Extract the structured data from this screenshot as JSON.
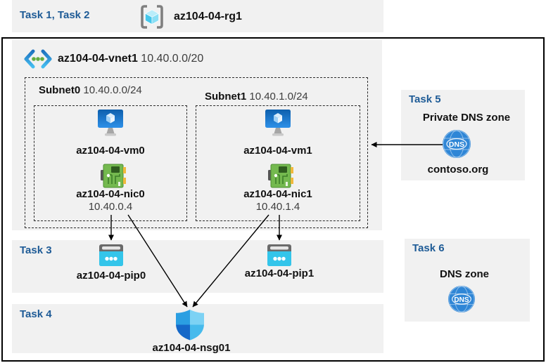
{
  "colors": {
    "panel_bg": "#f1f1f1",
    "task_label": "#1e5b96",
    "name_text": "#111111",
    "value_text": "#3d3d3d",
    "arrow": "#000000",
    "dns_blue": "#2f86d6",
    "pip_cyan": "#33c5ea",
    "nic_green": "#74b94f",
    "vm_blue": "#1b78d0",
    "nsg_blues": [
      "#2b9fe2",
      "#7dd2f4",
      "#1568c8",
      "#46baec"
    ]
  },
  "header": {
    "tasks_label": "Task 1, Task 2",
    "resource_group_name": "az104-04-rg1"
  },
  "vnet": {
    "name": "az104-04-vnet1",
    "cidr": "10.40.0.0/20",
    "subnet0": {
      "name": "Subnet0",
      "cidr": "10.40.0.0/24",
      "vm_name": "az104-04-vm0",
      "nic_name": "az104-04-nic0",
      "nic_ip": "10.40.0.4"
    },
    "subnet1": {
      "name": "Subnet1",
      "cidr": "10.40.1.0/24",
      "vm_name": "az104-04-vm1",
      "nic_name": "az104-04-nic1",
      "nic_ip": "10.40.1.4"
    }
  },
  "task3": {
    "label": "Task 3",
    "pip0_name": "az104-04-pip0",
    "pip1_name": "az104-04-pip1"
  },
  "task4": {
    "label": "Task 4",
    "nsg_name": "az104-04-nsg01"
  },
  "task5": {
    "label": "Task 5",
    "title": "Private DNS zone",
    "zone_name": "contoso.org",
    "dns_glyph": "DNS"
  },
  "task6": {
    "label": "Task 6",
    "title": "DNS zone",
    "dns_glyph": "DNS"
  }
}
